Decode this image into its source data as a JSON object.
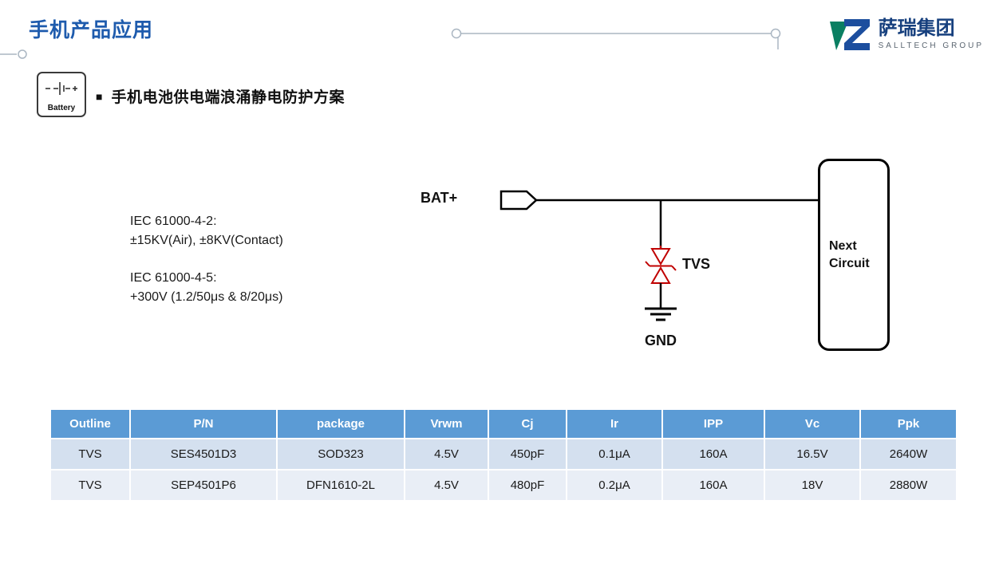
{
  "header": {
    "title": "手机产品应用",
    "logo": {
      "cn": "萨瑞集团",
      "en": "SALLTECH GROUP"
    }
  },
  "section": {
    "battery_label": "Battery",
    "bullet": "■",
    "heading": "手机电池供电端浪涌静电防护方案"
  },
  "diagram": {
    "standards": [
      "IEC 61000-4-2:",
      "±15KV(Air), ±8KV(Contact)",
      "IEC 61000-4-5:",
      "+300V  (1.2/50μs & 8/20μs)"
    ],
    "labels": {
      "bat": "BAT+",
      "tvs": "TVS",
      "gnd": "GND",
      "next_circuit": "Next Circuit"
    }
  },
  "table": {
    "headers": [
      "Outline",
      "P/N",
      "package",
      "Vrwm",
      "Cj",
      "Ir",
      "IPP",
      "Vc",
      "Ppk"
    ],
    "rows": [
      [
        "TVS",
        "SES4501D3",
        "SOD323",
        "4.5V",
        "450pF",
        "0.1μA",
        "160A",
        "16.5V",
        "2640W"
      ],
      [
        "TVS",
        "SEP4501P6",
        "DFN1610-2L",
        "4.5V",
        "480pF",
        "0.2μA",
        "160A",
        "18V",
        "2880W"
      ]
    ]
  },
  "colors": {
    "title_blue": "#1E5BAD",
    "table_header_blue": "#5B9BD5",
    "row_band_dark": "#D4E0EF",
    "row_band_light": "#E9EEF6",
    "tvs_red": "#C00000",
    "logo_green": "#0A7F62",
    "logo_blue": "#1C4E9E"
  }
}
